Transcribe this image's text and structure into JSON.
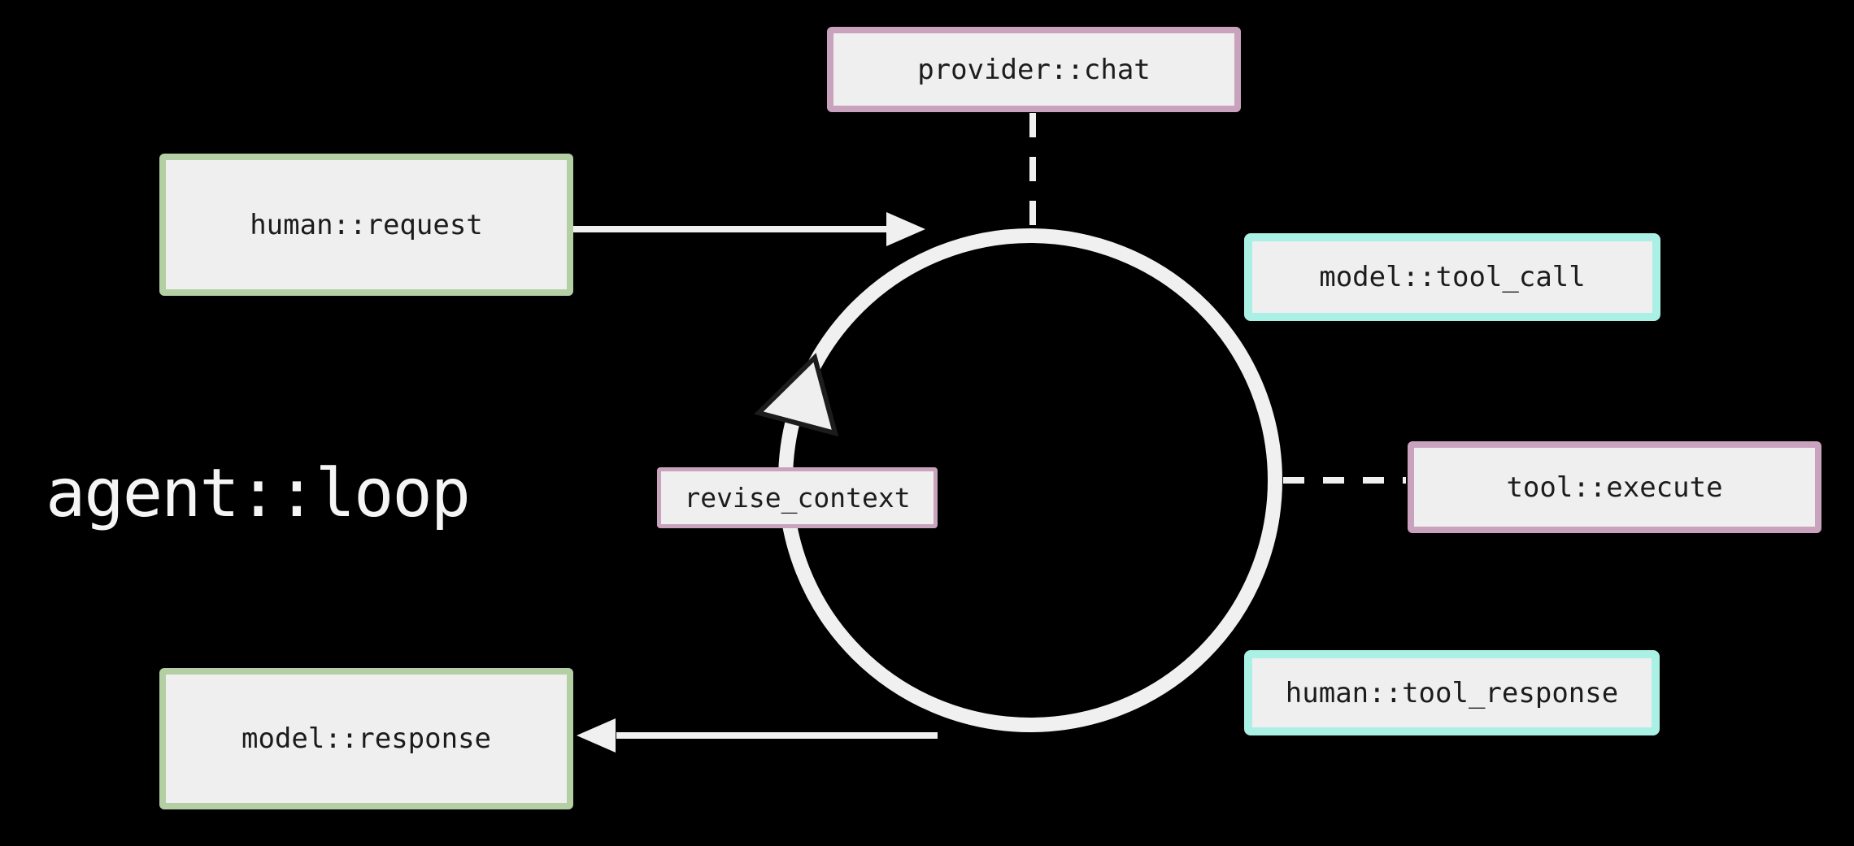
{
  "page": {
    "title": "agent::loop diagram"
  },
  "colors": {
    "background": "#000000",
    "box_fill": "#efefef",
    "line": "#f0f0f0",
    "text_dark": "#1c1c1c",
    "text_light": "#f5f5f5",
    "accent_green": "#b4cfa4",
    "accent_pink": "#c9a3bd",
    "accent_cyan": "#aaf0e5"
  },
  "diagram": {
    "loop_title": "agent::loop",
    "loop_direction": "counter-clockwise",
    "nodes": {
      "provider_chat": {
        "label": "provider::chat",
        "accent": "pink",
        "connector": "dashed-line-to-circle-top"
      },
      "human_request": {
        "label": "human::request",
        "accent": "green",
        "connector": "solid-arrow-toward-circle"
      },
      "model_tool_call": {
        "label": "model::tool_call",
        "accent": "cyan",
        "connector": "none"
      },
      "tool_execute": {
        "label": "tool::execute",
        "accent": "pink",
        "connector": "dashed-line-to-circle-right"
      },
      "human_tool_response": {
        "label": "human::tool_response",
        "accent": "cyan",
        "connector": "none"
      },
      "model_response": {
        "label": "model::response",
        "accent": "green",
        "connector": "solid-arrow-from-circle"
      },
      "revise_context": {
        "label": "revise_context",
        "accent": "pink",
        "connector": "sits-on-circle"
      }
    }
  }
}
